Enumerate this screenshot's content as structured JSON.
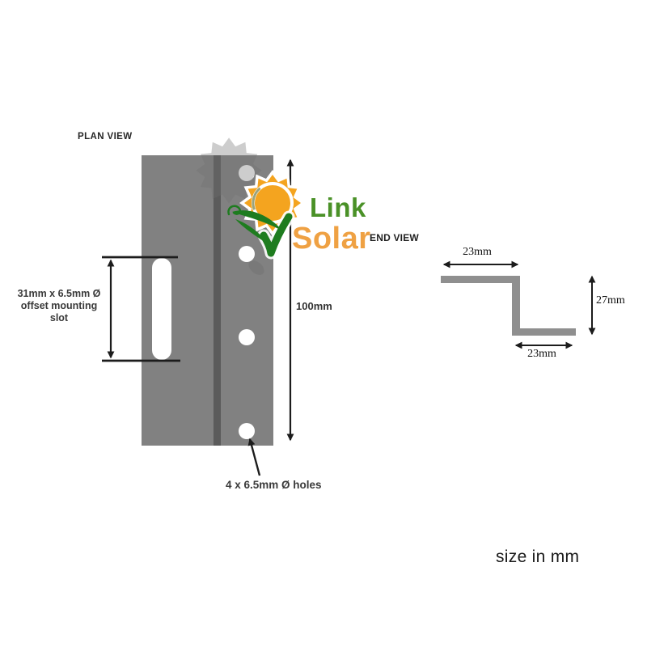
{
  "drawing_title": "solar mounting Z bracket technical drawing",
  "plan_view": {
    "label": "PLAN VIEW",
    "slot_dimension_line1": "31mm x 6.5mm Ø",
    "slot_dimension_line2": "offset mounting slot",
    "length_dimension": "100mm",
    "holes_dimension": "4 x 6.5mm Ø holes",
    "hole_count": 4
  },
  "end_view": {
    "label": "END VIEW",
    "top_flange_dimension": "23mm",
    "height_dimension": "27mm",
    "bottom_flange_dimension": "23mm"
  },
  "logo": {
    "name_line1": "Link",
    "name_line2": "Solar"
  },
  "note": {
    "units": "size in mm"
  },
  "colors": {
    "bracket_gray": "#818181",
    "bend_line_gray": "#5b5b5b",
    "endview_gray": "#8f8f8f",
    "drawing_line_black": "#1c1c1c",
    "logo_sun_orange": "#f4a41f",
    "logo_leaf_green": "#1e7c1f",
    "logo_link_green": "#4a9127",
    "logo_solar_orange": "#efa143"
  }
}
